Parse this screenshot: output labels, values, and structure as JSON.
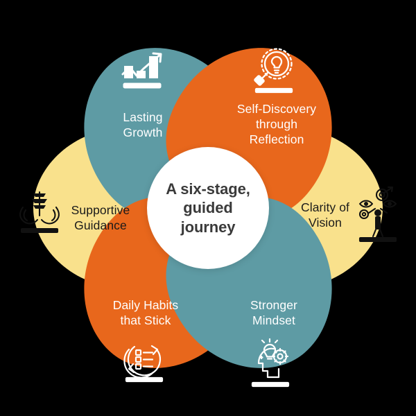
{
  "diagram": {
    "title": "Six-stage guided journey flower diagram",
    "background_color": "#000000",
    "center": {
      "text": "A six-stage,\nguided\njourney",
      "background_color": "#ffffff",
      "text_color": "#3a3a3a"
    },
    "colors": {
      "teal": "#5e9ba4",
      "orange": "#e8671c",
      "yellow": "#f9e18c",
      "white": "#ffffff",
      "dark_text": "#1a1a1a",
      "light_text": "#ffffff"
    },
    "petals": [
      {
        "id": "lasting-growth",
        "label": "Lasting\nGrowth",
        "color": "#5e9ba4",
        "text_color": "#ffffff",
        "icon": "growth-chart-icon",
        "position": "top-left",
        "angle": -60
      },
      {
        "id": "self-discovery",
        "label": "Self-Discovery\nthrough\nReflection",
        "color": "#e8671c",
        "text_color": "#ffffff",
        "icon": "magnifier-lightbulb-icon",
        "position": "top-right",
        "angle": 60
      },
      {
        "id": "clarity-of-vision",
        "label": "Clarity of\nVision",
        "color": "#f9e18c",
        "text_color": "#1a1a1a",
        "icon": "person-vision-target-icon",
        "position": "right",
        "angle": 180
      },
      {
        "id": "stronger-mindset",
        "label": "Stronger\nMindset",
        "color": "#5e9ba4",
        "text_color": "#ffffff",
        "icon": "head-lightbulb-gear-icon",
        "position": "bottom-right",
        "angle": 120
      },
      {
        "id": "daily-habits",
        "label": "Daily Habits\nthat Stick",
        "color": "#e8671c",
        "text_color": "#ffffff",
        "icon": "checklist-cycle-icon",
        "position": "bottom-left",
        "angle": -120
      },
      {
        "id": "supportive-guidance",
        "label": "Supportive\nGuidance",
        "color": "#f9e18c",
        "text_color": "#1a1a1a",
        "icon": "hands-sprout-icon",
        "position": "left",
        "angle": 0
      }
    ]
  }
}
